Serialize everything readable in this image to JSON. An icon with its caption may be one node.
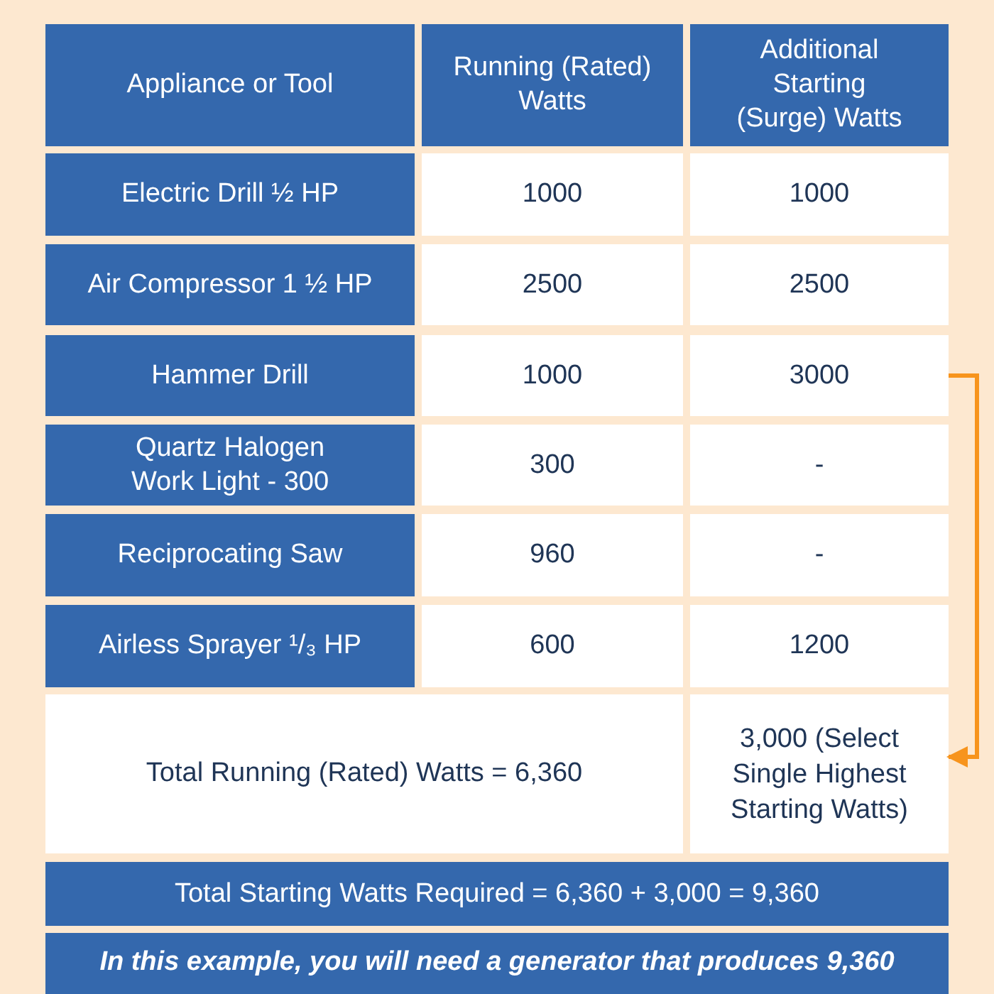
{
  "diagram": {
    "nodes": [
      {
        "text": [
          "Appliance or Tool"
        ]
      },
      {
        "text": [
          "Running (Rated) Watts"
        ]
      },
      {
        "text": [
          "Additional Starting (Surge) Watts"
        ]
      },
      {
        "text": [
          "Electric Drill ½ HP"
        ]
      },
      {
        "text": [
          "1000"
        ]
      },
      {
        "text": [
          "1000"
        ]
      },
      {
        "text": [
          "Air Compressor 1 ½ HP"
        ]
      },
      {
        "text": [
          "2500"
        ]
      },
      {
        "text": [
          "2500"
        ]
      },
      {
        "text": [
          "Hammer Drill"
        ]
      },
      {
        "text": [
          "1000"
        ]
      },
      {
        "text": [
          "3000"
        ]
      },
      {
        "text": [
          "Quartz Halogen Work Light - 300"
        ]
      },
      {
        "text": [
          "300"
        ]
      },
      {
        "text": [
          "-"
        ]
      },
      {
        "text": [
          "Reciprocating Saw"
        ]
      },
      {
        "text": [
          "960"
        ]
      },
      {
        "text": [
          "-"
        ]
      },
      {
        "text": [
          "Airless Sprayer ¹/₃ HP"
        ]
      },
      {
        "text": [
          "600"
        ]
      },
      {
        "text": [
          "1200"
        ]
      },
      {
        "text": [
          "Total Running (Rated) Watts = 6,360"
        ]
      },
      {
        "text": [
          "3,000 (Select Single Highest Starting Watts)"
        ]
      },
      {
        "text": [
          "Total Starting Watts Required = 6,360 + 3,000 = 9,360"
        ]
      },
      {
        "text": [
          "In this example, you will need a generator that produces 9,360"
        ]
      }
    ],
    "edges": [
      {
        "from": 11,
        "to": 22,
        "arrow": "to",
        "color": "#f7941d"
      }
    ]
  }
}
